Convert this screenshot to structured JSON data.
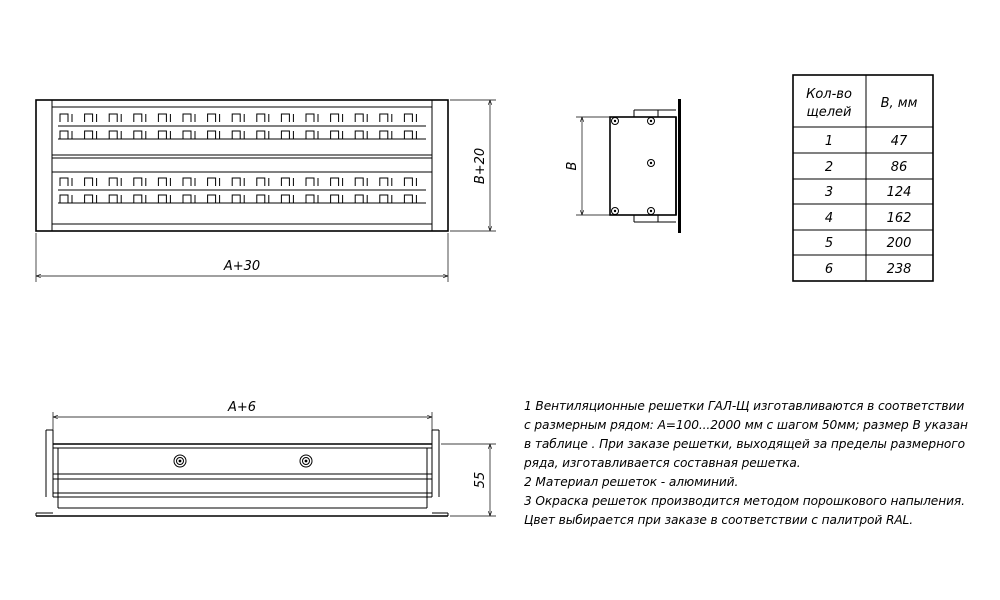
{
  "dimensions": {
    "front_width": "A+30",
    "front_height": "B+20",
    "side_height": "B",
    "bottom_width": "A+6",
    "bottom_height": "55"
  },
  "table": {
    "header_col1_line1": "Кол-во",
    "header_col1_line2": "щелей",
    "header_col2": "B, мм",
    "rows": [
      {
        "slots": "1",
        "b": "47"
      },
      {
        "slots": "2",
        "b": "86"
      },
      {
        "slots": "3",
        "b": "124"
      },
      {
        "slots": "4",
        "b": "162"
      },
      {
        "slots": "5",
        "b": "200"
      },
      {
        "slots": "6",
        "b": "238"
      }
    ]
  },
  "notes": {
    "line1": "1 Вентиляционные решетки ГАЛ-Щ изготавливаются в соответствии",
    "line2": "с размерным рядом: А=100...2000 мм с шагом 50мм; размер В указан",
    "line3": "в таблице . При заказе решетки, выходящей за пределы размерного",
    "line4": "ряда, изготавливается составная решетка.",
    "line5": "2 Материал решеток - алюминий.",
    "line6": "3 Окраска решеток производится методом порошкового напыления.",
    "line7": "Цвет выбирается при заказе в соответствии с палитрой RAL."
  }
}
